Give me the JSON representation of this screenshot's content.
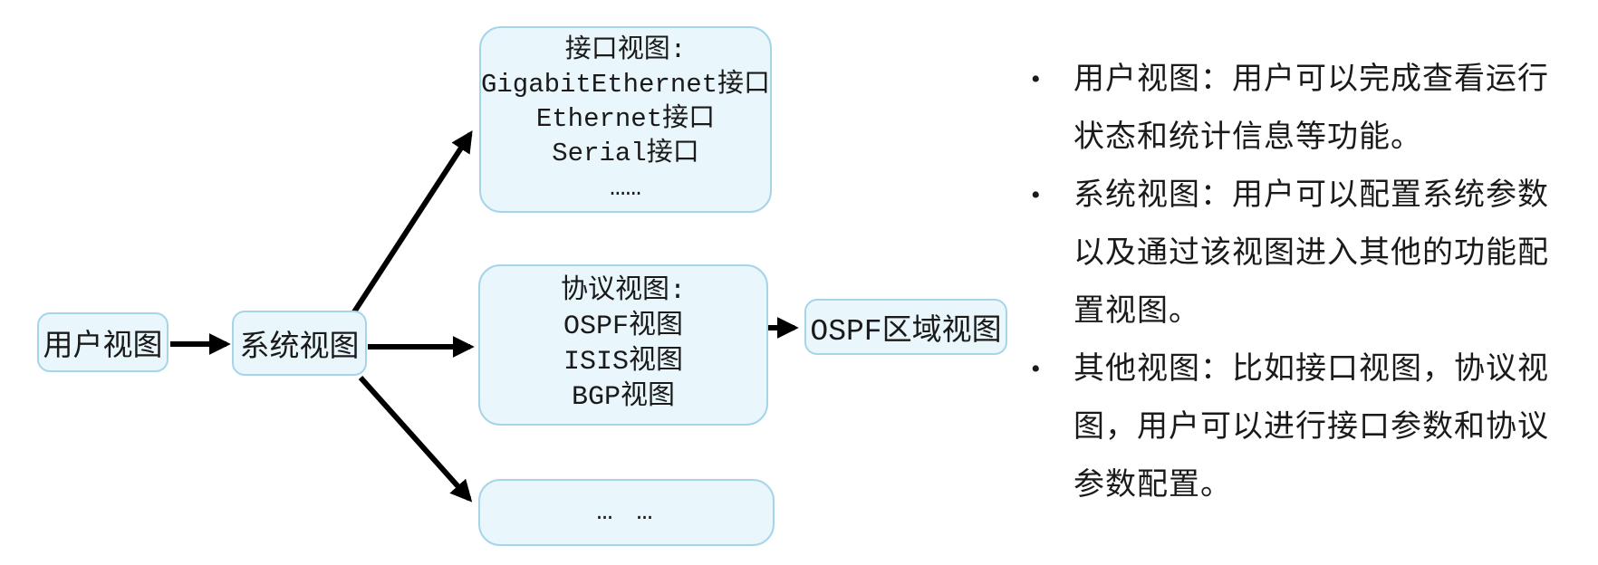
{
  "diagram": {
    "boxes": {
      "user_view": {
        "label": "用户视图"
      },
      "system_view": {
        "label": "系统视图"
      },
      "interface_view": {
        "lines": [
          "接口视图:",
          "GigabitEthernet接口",
          "Ethernet接口",
          "Serial接口",
          "……"
        ]
      },
      "protocol_view": {
        "lines": [
          "协议视图:",
          "OSPF视图",
          "ISIS视图",
          "BGP视图"
        ]
      },
      "ospf_area_view": {
        "label": "OSPF区域视图"
      },
      "other_views": {
        "label": "… …"
      }
    },
    "colors": {
      "box_fill": "#e9f6fb",
      "box_border": "#a7d5e8",
      "arrow": "#000000",
      "text": "#1a1a1a"
    }
  },
  "right_panel": {
    "bullets": [
      {
        "marker": "•",
        "lines": [
          "用户视图：用户可以完成查看运行",
          "状态和统计信息等功能。"
        ]
      },
      {
        "marker": "•",
        "lines": [
          "系统视图：用户可以配置系统参数",
          "以及通过该视图进入其他的功能配",
          "置视图。"
        ]
      },
      {
        "marker": "•",
        "lines": [
          "其他视图：比如接口视图，协议视",
          "图，用户可以进行接口参数和协议",
          "参数配置。"
        ]
      }
    ]
  }
}
